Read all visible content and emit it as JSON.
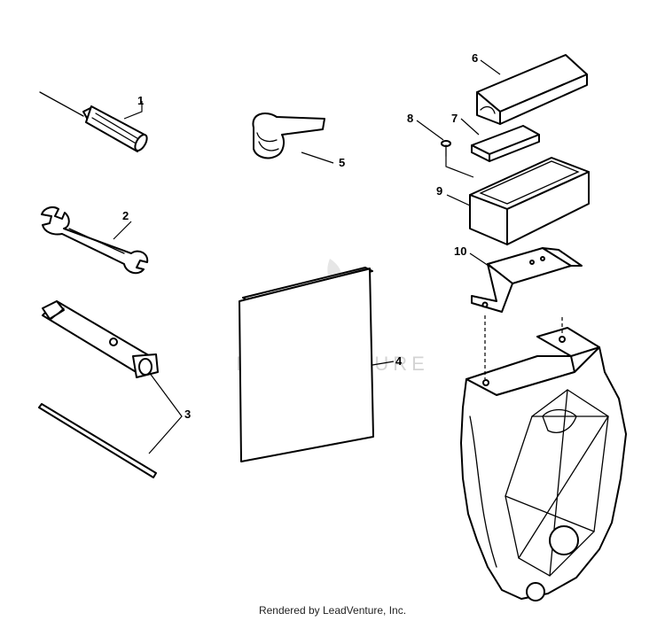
{
  "watermark": {
    "text": "LEADVENTURE"
  },
  "footer": {
    "text": "Rendered by LeadVenture, Inc."
  },
  "callouts": [
    {
      "id": "1",
      "part": "screwdriver"
    },
    {
      "id": "2",
      "part": "wrench"
    },
    {
      "id": "3",
      "part": "spark-plug-socket-and-bar"
    },
    {
      "id": "4",
      "part": "manual"
    },
    {
      "id": "5",
      "part": "strap"
    },
    {
      "id": "6",
      "part": "tool-box-lid"
    },
    {
      "id": "7",
      "part": "pad"
    },
    {
      "id": "8",
      "part": "screw"
    },
    {
      "id": "9",
      "part": "tool-box"
    },
    {
      "id": "10",
      "part": "bracket"
    }
  ],
  "colors": {
    "line": "#000000",
    "background": "#ffffff",
    "watermark": "#d4d4d4"
  }
}
